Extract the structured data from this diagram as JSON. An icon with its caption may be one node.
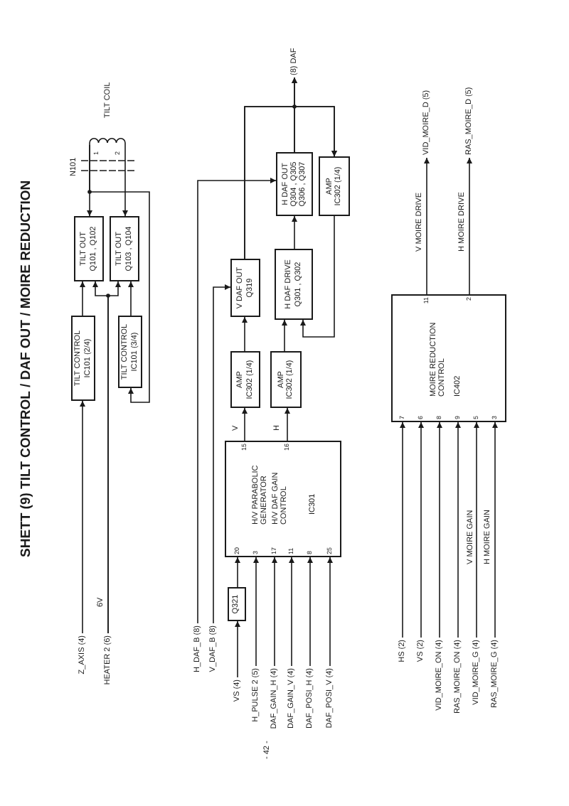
{
  "diagram": {
    "title": "SHETT (9) TILT CONTROL / DAF OUT / MOIRE REDUCTION",
    "nodes": [
      {
        "text": [
          "TILT CONTROL",
          "IC101 (2/4)"
        ]
      },
      {
        "text": [
          "TILT CONTROL",
          "IC101 (3/4)"
        ]
      },
      {
        "text": [
          "TILT OUT",
          "Q101 , Q102"
        ]
      },
      {
        "text": [
          "TILT OUT",
          "Q103 , Q104"
        ]
      },
      {
        "text": [],
        "shape": "coil",
        "beside": [
          "TILT COIL"
        ]
      },
      {
        "text": [
          "Z_AXIS (4)"
        ]
      },
      {
        "text": [
          "HEATER 2 (6)"
        ]
      },
      {
        "text": [
          "H_DAF_B (8)"
        ]
      },
      {
        "text": [
          "V_DAF_B (8)"
        ]
      },
      {
        "text": [
          "VS (4)"
        ]
      },
      {
        "text": [
          "H_PULSE 2 (5)"
        ]
      },
      {
        "text": [
          "DAF_GAIN_H (4)"
        ]
      },
      {
        "text": [
          "DAF_GAIN_V (4)"
        ]
      },
      {
        "text": [
          "DAF_POSI_H (4)"
        ]
      },
      {
        "text": [
          "DAF_POSI_V (4)"
        ]
      },
      {
        "text": [
          "Q321"
        ]
      },
      {
        "text": [
          "H/V PARABOLIC GENERATOR",
          "H/V DAF GAIN CONTROL",
          "IC301"
        ]
      },
      {
        "text": [
          "AMP",
          "IC302 (1/4)"
        ]
      },
      {
        "text": [
          "AMP",
          "IC302 (1/4)"
        ]
      },
      {
        "text": [
          "V DAF OUT",
          "Q319"
        ]
      },
      {
        "text": [
          "H DAF DRIVE",
          "Q301 , Q302"
        ]
      },
      {
        "text": [
          "H DAF OUT",
          "Q304 , Q305 Q306 , Q307"
        ]
      },
      {
        "text": [
          "AMP",
          "IC302 (1/4)"
        ]
      },
      {
        "text": [
          "(8) DAF"
        ]
      },
      {
        "text": [
          "HS (2)"
        ]
      },
      {
        "text": [
          "VS (2)"
        ]
      },
      {
        "text": [
          "VID_MOIRE_ON (4)"
        ]
      },
      {
        "text": [
          "RAS_MOIRE_ON (4)"
        ]
      },
      {
        "text": [
          "VID_MOIRE_G (4)"
        ]
      },
      {
        "text": [
          "RAS_MOIRE_G (4)"
        ]
      },
      {
        "text": [
          "MOIRE REDUCTION CONTROL",
          "IC402"
        ]
      },
      {
        "text": [
          "VID_MOIRE_D (5)"
        ]
      },
      {
        "text": [
          "RAS_MOIRE_D (5)"
        ]
      }
    ],
    "edges": [
      {
        "from": 5,
        "to": 0,
        "arrow": "to"
      },
      {
        "from": 6,
        "to": 2,
        "arrow": "to"
      },
      {
        "from": 6,
        "to": 3,
        "arrow": "to"
      },
      {
        "from": 0,
        "to": 2,
        "arrow": "to"
      },
      {
        "from": 1,
        "to": 3,
        "arrow": "to"
      },
      {
        "from": 4,
        "to": 2,
        "arrow": "to"
      },
      {
        "from": 4,
        "to": 3,
        "arrow": "to"
      },
      {
        "from": 4,
        "to": 1,
        "arrow": "to"
      },
      {
        "from": 7,
        "to": 21,
        "arrow": "to"
      },
      {
        "from": 8,
        "to": 19,
        "arrow": "to"
      },
      {
        "from": 9,
        "to": 15,
        "arrow": "to"
      },
      {
        "from": 15,
        "to": 16,
        "arrow": "to"
      },
      {
        "from": 10,
        "to": 16,
        "arrow": "to"
      },
      {
        "from": 11,
        "to": 16,
        "arrow": "to"
      },
      {
        "from": 12,
        "to": 16,
        "arrow": "to"
      },
      {
        "from": 13,
        "to": 16,
        "arrow": "to"
      },
      {
        "from": 14,
        "to": 16,
        "arrow": "to"
      },
      {
        "from": 16,
        "to": 17,
        "arrow": "to"
      },
      {
        "from": 16,
        "to": 18,
        "arrow": "to"
      },
      {
        "from": 17,
        "to": 19,
        "arrow": "to"
      },
      {
        "from": 18,
        "to": 20,
        "arrow": "to"
      },
      {
        "from": 20,
        "to": 21,
        "arrow": "to"
      },
      {
        "from": 21,
        "to": 23,
        "arrow": "to"
      },
      {
        "from": 19,
        "to": 23,
        "arrow": "to"
      },
      {
        "from": 21,
        "to": 22,
        "arrow": "to"
      },
      {
        "from": 19,
        "to": 22,
        "arrow": "to"
      },
      {
        "from": 22,
        "to": 20,
        "arrow": "to"
      },
      {
        "from": 24,
        "to": 30,
        "arrow": "to"
      },
      {
        "from": 25,
        "to": 30,
        "arrow": "to"
      },
      {
        "from": 26,
        "to": 30,
        "arrow": "to"
      },
      {
        "from": 27,
        "to": 30,
        "arrow": "to"
      },
      {
        "from": 28,
        "to": 30,
        "arrow": "to"
      },
      {
        "from": 29,
        "to": 30,
        "arrow": "to"
      },
      {
        "from": 30,
        "to": 31,
        "arrow": "to"
      },
      {
        "from": 30,
        "to": 32,
        "arrow": "to"
      }
    ],
    "labels": [
      "N101",
      "1",
      "2",
      "6V",
      "V",
      "H",
      "15",
      "16",
      "20",
      "3",
      "17",
      "11",
      "8",
      "25",
      "V MOIRE DRIVE",
      "H MOIRE DRIVE",
      "11",
      "2",
      "7",
      "6",
      "8",
      "9",
      "5",
      "3",
      "V MOIRE GAIN",
      "H MOIRE GAIN",
      "- 42 -"
    ]
  }
}
